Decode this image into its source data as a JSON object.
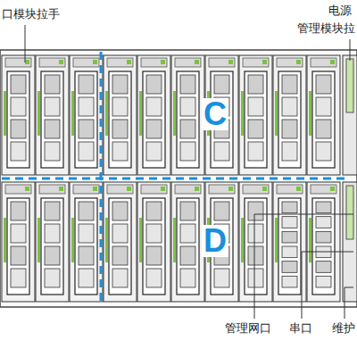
{
  "diagram": {
    "labels": [
      "口模块拉手",
      "电源",
      "管理模块拉",
      "C",
      "D",
      "管理网口",
      "串口",
      "维护"
    ]
  }
}
